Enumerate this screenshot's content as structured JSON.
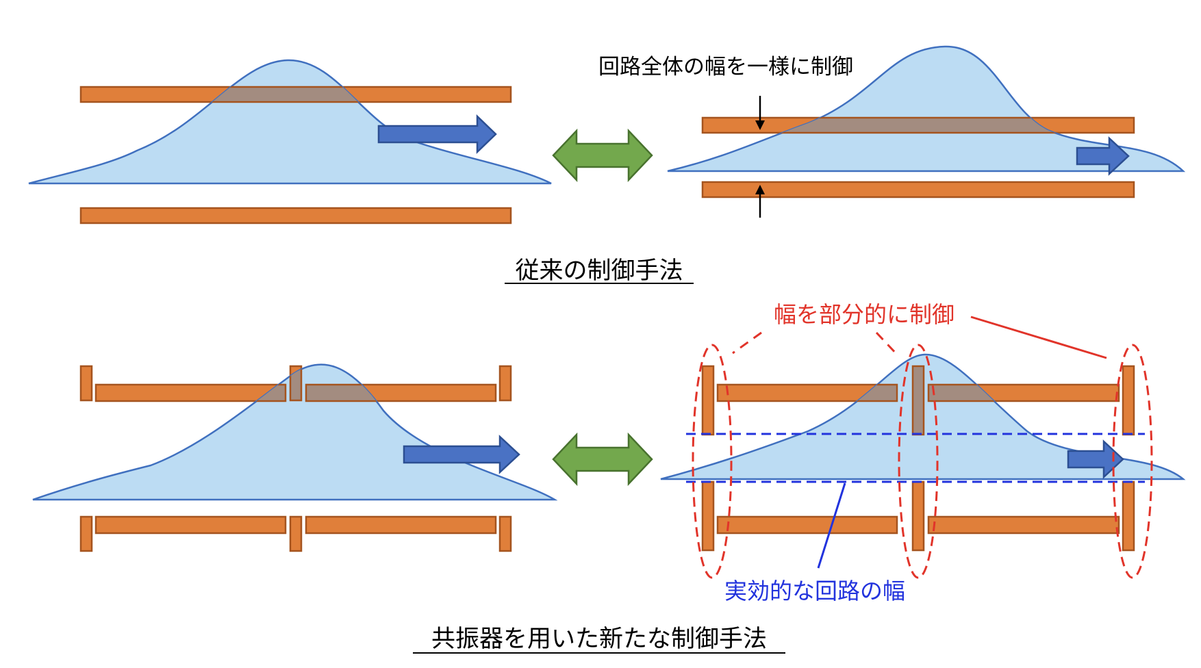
{
  "labels": {
    "uniform_control": "回路全体の幅を一様に制御",
    "conventional_method": "従来の制御手法",
    "partial_control": "幅を部分的に制御",
    "effective_width": "実効的な回路の幅",
    "new_method": "共振器を用いた新たな制御手法"
  },
  "colors": {
    "waveguide": "#e07f3a",
    "waveguide_overlap": "#a38c80",
    "mode_profile": "#bcdcf3",
    "mode_outline": "#4070bf",
    "propagation_arrow": "#4a72c4",
    "equivalence_arrow": "#73a84d",
    "partial_control_annotation": "#e1342a",
    "effective_width_annotation": "#2233dd"
  },
  "icons": {
    "propagation": "right-arrow-icon",
    "equivalence": "double-headed-arrow-icon",
    "width_control": "pinch-arrow-icon"
  }
}
